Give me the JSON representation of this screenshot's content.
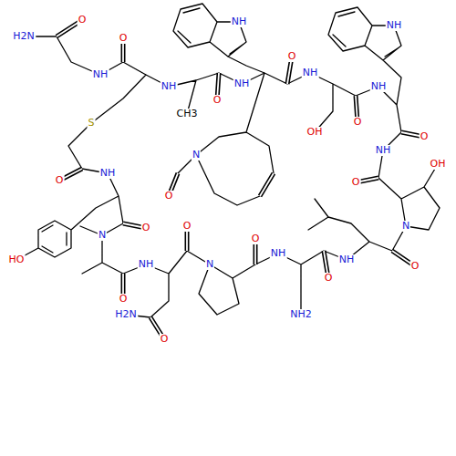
{
  "diagram": {
    "labels": [
      "O",
      "H2N",
      "NH",
      "O",
      "NH",
      "CH3",
      "O",
      "NH",
      "NH",
      "O",
      "NH",
      "OH",
      "O",
      "NH",
      "NH",
      "O",
      "NH",
      "O",
      "OH",
      "N",
      "O",
      "NH",
      "O",
      "NH2",
      "NH",
      "O",
      "N",
      "O",
      "O",
      "H2N",
      "NH",
      "O",
      "N",
      "O",
      "HO",
      "NH",
      "O",
      "S",
      "N",
      "O"
    ]
  }
}
